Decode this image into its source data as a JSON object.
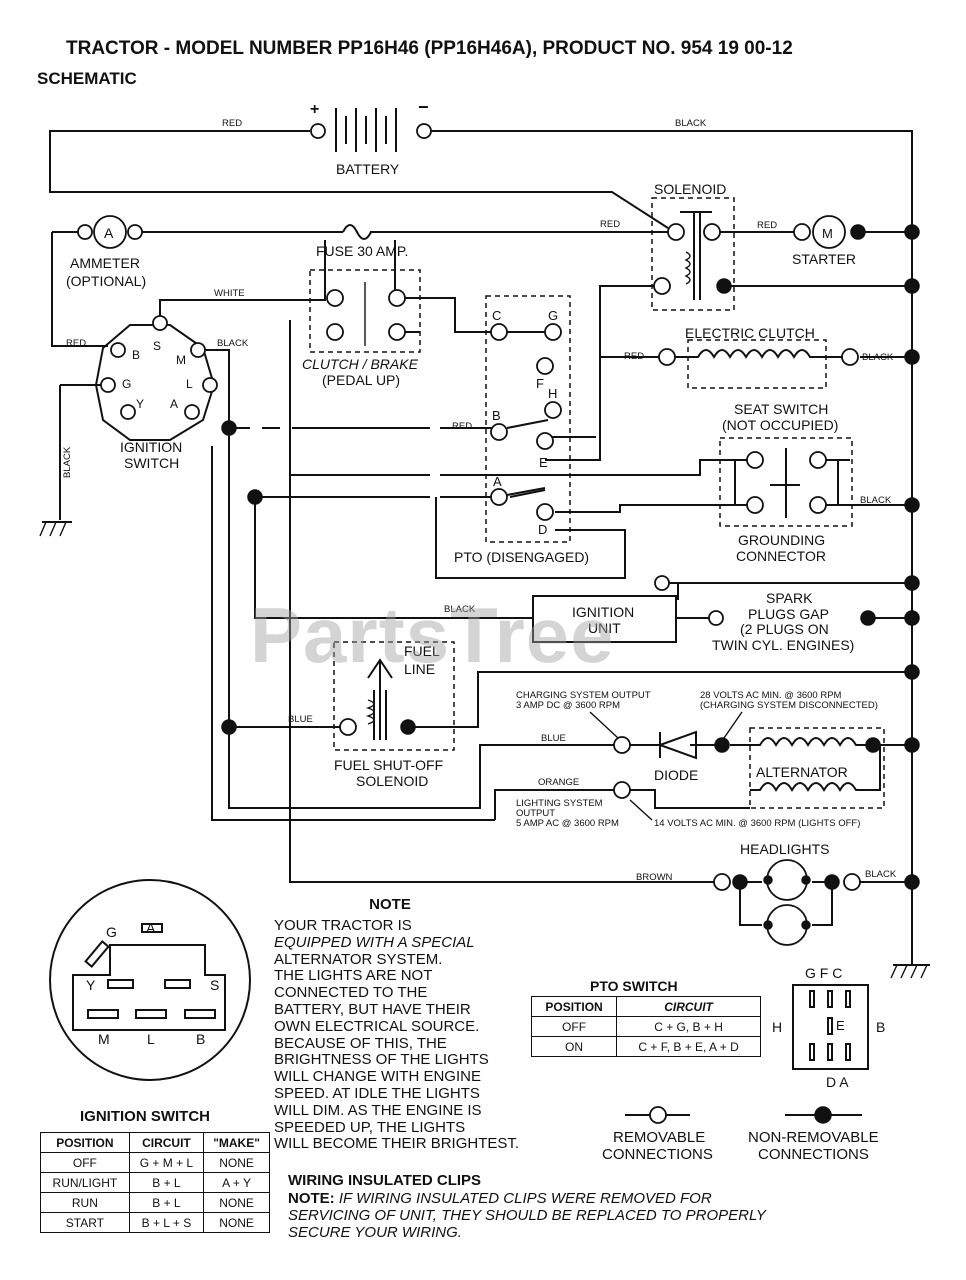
{
  "header": {
    "title": "TRACTOR - MODEL NUMBER PP16H46 (PP16H46A), PRODUCT NO. 954 19 00-12",
    "subtitle": "SCHEMATIC"
  },
  "components": {
    "battery": "BATTERY",
    "solenoid": "SOLENOID",
    "ammeter_symbol": "A",
    "ammeter": "AMMETER",
    "ammeter_opt": "(OPTIONAL)",
    "fuse": "FUSE 30 AMP.",
    "starter_symbol": "M",
    "starter": "STARTER",
    "clutch_brake": "CLUTCH / BRAKE",
    "pedal_up": "(PEDAL UP)",
    "electric_clutch": "ELECTRIC CLUTCH",
    "seat_switch": "SEAT SWITCH",
    "not_occupied": "(NOT OCCUPIED)",
    "ignition_switch_l1": "IGNITION",
    "ignition_switch_l2": "SWITCH",
    "grounding_l1": "GROUNDING",
    "grounding_l2": "CONNECTOR",
    "pto_disengaged": "PTO (DISENGAGED)",
    "ignition_unit_l1": "IGNITION",
    "ignition_unit_l2": "UNIT",
    "spark_l1": "SPARK",
    "spark_l2": "PLUGS GAP",
    "spark_l3": "(2 PLUGS ON",
    "spark_l4": "TWIN CYL. ENGINES)",
    "fuel_line_l1": "FUEL",
    "fuel_line_l2": "LINE",
    "fuel_solenoid_l1": "FUEL SHUT-OFF",
    "fuel_solenoid_l2": "SOLENOID",
    "charging_out_l1": "CHARGING SYSTEM OUTPUT",
    "charging_out_l2": "3 AMP DC @ 3600 RPM",
    "ac28_l1": "28 VOLTS AC MIN. @ 3600 RPM",
    "ac28_l2": "(CHARGING SYSTEM DISCONNECTED)",
    "diode": "DIODE",
    "alternator": "ALTERNATOR",
    "lighting_l1": "LIGHTING SYSTEM",
    "lighting_l2": "OUTPUT",
    "lighting_l3": "5 AMP AC @ 3600 RPM",
    "ac14": "14 VOLTS AC MIN. @ 3600 RPM (LIGHTS OFF)",
    "headlights": "HEADLIGHTS"
  },
  "wires": {
    "red": "RED",
    "black": "BLACK",
    "white": "WHITE",
    "blue": "BLUE",
    "orange": "ORANGE",
    "brown": "BROWN"
  },
  "terminals": {
    "ign": [
      "B",
      "S",
      "M",
      "G",
      "L",
      "Y",
      "A"
    ],
    "pto": [
      "C",
      "G",
      "F",
      "H",
      "B",
      "E",
      "A",
      "D"
    ],
    "plus": "+",
    "minus": "−"
  },
  "ignition_face": {
    "letters": [
      "G",
      "A",
      "Y",
      "S",
      "M",
      "L",
      "B"
    ]
  },
  "pto_face": {
    "top": "G F C",
    "left": "H",
    "right": "B",
    "center": "E",
    "bottom": "D A"
  },
  "note": {
    "title": "NOTE",
    "line1": "YOUR TRACTOR IS",
    "line2": "EQUIPPED WITH A SPECIAL",
    "line3": "ALTERNATOR SYSTEM.",
    "line4": "THE LIGHTS ARE NOT",
    "line5": "CONNECTED TO THE",
    "line6": "BATTERY, BUT HAVE THEIR",
    "line7": "OWN ELECTRICAL SOURCE.",
    "line8": "BECAUSE OF THIS, THE",
    "line9": "BRIGHTNESS OF THE LIGHTS",
    "line10": "WILL CHANGE WITH ENGINE",
    "line11": "SPEED.  AT IDLE THE LIGHTS",
    "line12": "WILL DIM.  AS THE ENGINE IS",
    "line13": "SPEEDED UP, THE LIGHTS",
    "line14": "WILL BECOME THEIR BRIGHTEST."
  },
  "ignition_table": {
    "title": "IGNITION SWITCH",
    "headers": [
      "POSITION",
      "CIRCUIT",
      "\"MAKE\""
    ],
    "rows": [
      [
        "OFF",
        "G + M + L",
        "NONE"
      ],
      [
        "RUN/LIGHT",
        "B + L",
        "A + Y"
      ],
      [
        "RUN",
        "B + L",
        "NONE"
      ],
      [
        "START",
        "B + L + S",
        "NONE"
      ]
    ]
  },
  "pto_table": {
    "title": "PTO SWITCH",
    "headers": [
      "POSITION",
      "CIRCUIT"
    ],
    "rows": [
      [
        "OFF",
        "C + G, B + H"
      ],
      [
        "ON",
        "C + F, B + E, A + D"
      ]
    ]
  },
  "legend": {
    "removable_l1": "REMOVABLE",
    "removable_l2": "CONNECTIONS",
    "nonremovable_l1": "NON-REMOVABLE",
    "nonremovable_l2": "CONNECTIONS"
  },
  "clips": {
    "title": "WIRING INSULATED CLIPS",
    "note_label": "NOTE:",
    "note_text": " IF WIRING INSULATED CLIPS WERE REMOVED FOR SERVICING OF UNIT, THEY SHOULD BE REPLACED TO PROPERLY SECURE YOUR WIRING."
  },
  "watermark": "PartsTree"
}
